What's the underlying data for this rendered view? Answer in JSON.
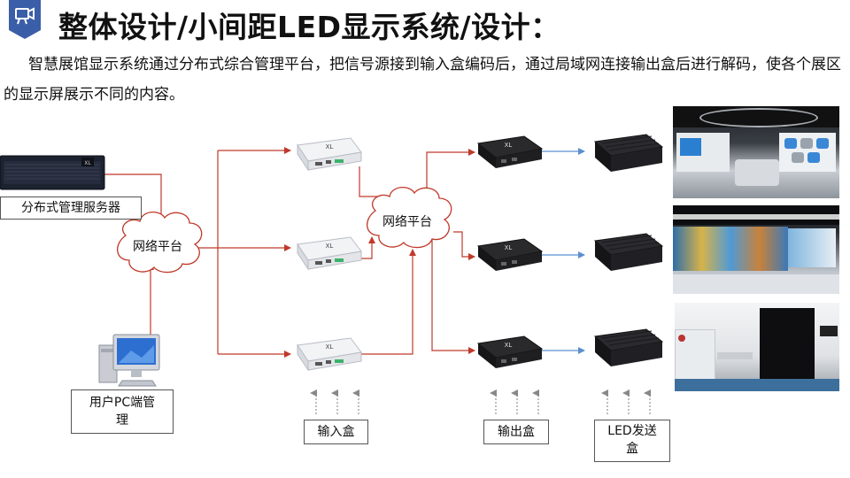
{
  "header": {
    "title": "整体设计/小间距LED显示系统/设计：",
    "badge_icon": "presentation-camera-icon"
  },
  "intro": {
    "text": "智慧展馆显示系统通过分布式综合管理平台，把信号源接到输入盒编码后，通过局域网连接输出盒后进行解码，使各个展区的显示屏展示不同的内容。"
  },
  "diagram": {
    "server_label": "分布式管理服务器",
    "cloud_left_label": "网络平台",
    "cloud_right_label": "网络平台",
    "pc_label": "用户PC端管理",
    "input_box_label": "输入盒",
    "output_box_label": "输出盒",
    "led_sender_label": "LED发送盒",
    "device_logo": "XL"
  },
  "colors": {
    "accent": "#3b5ea8",
    "link_red": "#c0392b",
    "link_blue": "#5b8fd0",
    "arrow_gray": "#888888"
  }
}
